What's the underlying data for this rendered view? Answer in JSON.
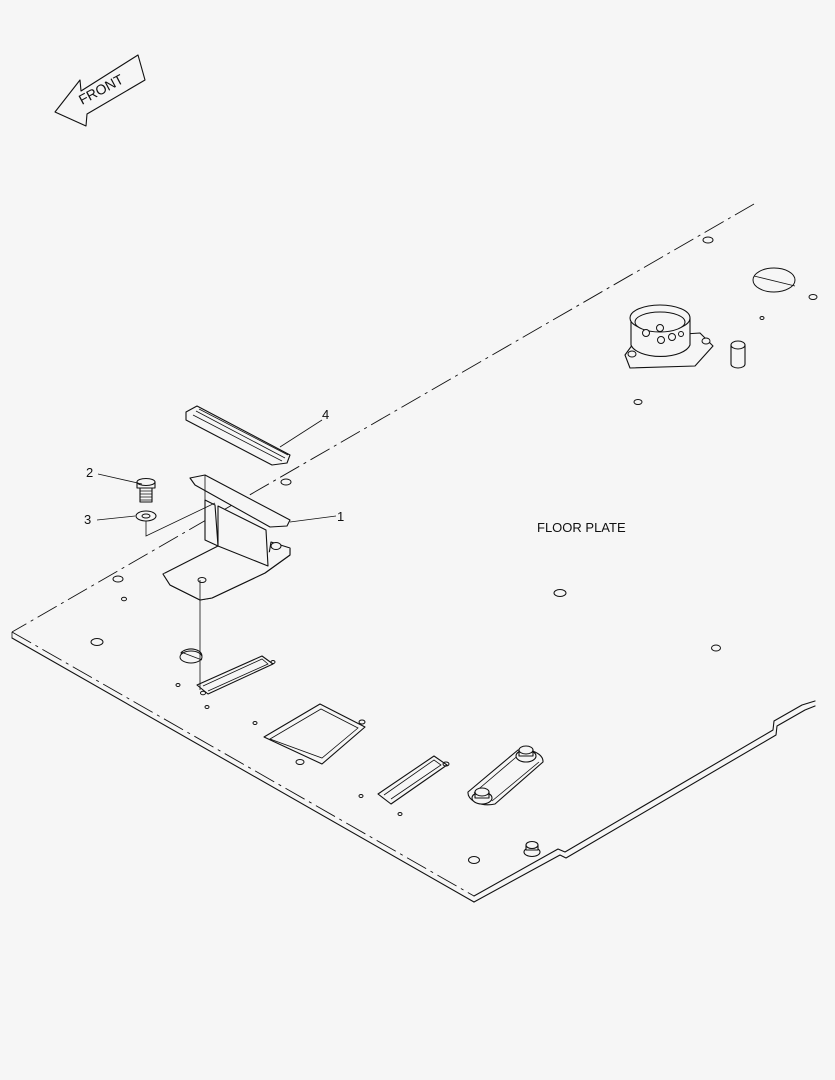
{
  "front_arrow": {
    "label": "FRONT"
  },
  "floor_plate": {
    "label": "FLOOR PLATE"
  },
  "callouts": [
    {
      "number": "1"
    },
    {
      "number": "2"
    },
    {
      "number": "3"
    },
    {
      "number": "4"
    }
  ],
  "colors": {
    "background": "#f6f6f6",
    "line": "#111111"
  }
}
